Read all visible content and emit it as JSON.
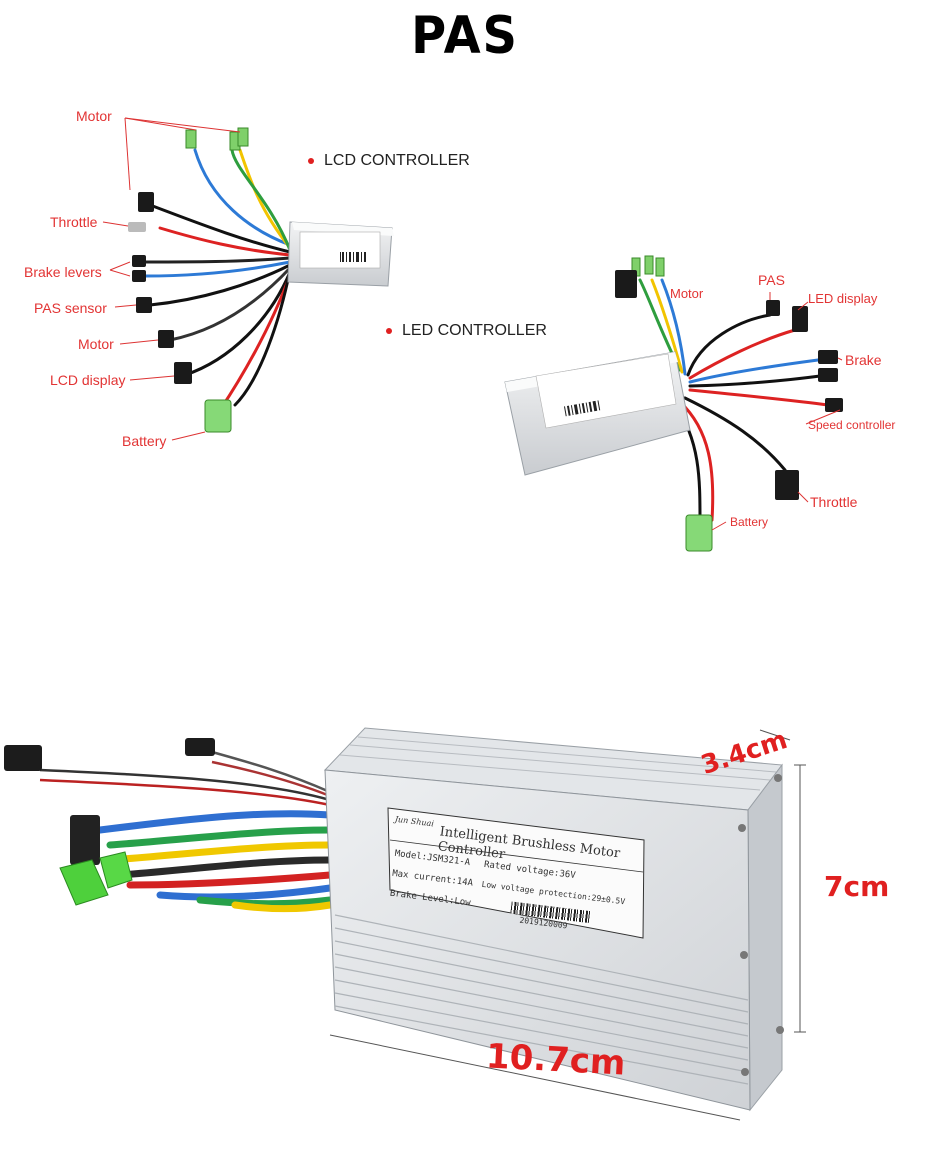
{
  "title": "PAS",
  "lcd": {
    "heading": "LCD CONTROLLER",
    "labels": {
      "motor_top": "Motor",
      "throttle": "Throttle",
      "brake_levers": "Brake levers",
      "pas_sensor": "PAS sensor",
      "motor": "Motor",
      "lcd_display": "LCD display",
      "battery": "Battery"
    }
  },
  "led": {
    "heading": "LED CONTROLLER",
    "labels": {
      "motor": "Motor",
      "pas": "PAS",
      "led_display": "LED display",
      "brake": "Brake",
      "speed_controller": "Speed controller",
      "throttle": "Throttle",
      "battery": "Battery"
    }
  },
  "controller_label": {
    "brand": "Jun Shuai",
    "product": "Intelligent Brushless Motor Controller",
    "model": "Model:JSM321-A",
    "rated_voltage": "Rated voltage:36V",
    "max_current": "Max current:14A",
    "low_voltage": "Low voltage protection:29±0.5V",
    "brake_level": "Brake Level:Low",
    "serial": "2019120009"
  },
  "dimensions": {
    "depth": "3.4cm",
    "height": "7cm",
    "length": "10.7cm"
  },
  "colors": {
    "label_red": "#e23434",
    "dimension_red": "#e02020",
    "case_silver": "#d9dcdf"
  }
}
